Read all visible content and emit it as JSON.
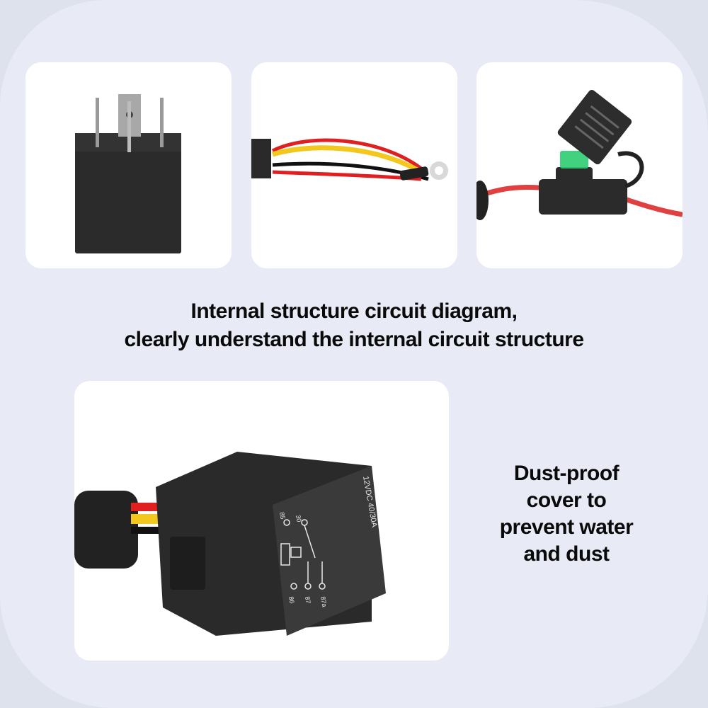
{
  "colors": {
    "background": "#dde2ec",
    "panel": "#e8ebf5",
    "card": "#ffffff",
    "text": "#0a0a0a",
    "relay_body": "#2a2a2a",
    "wire_red": "#e02020",
    "wire_yellow": "#f2c81e",
    "wire_black": "#111111",
    "fuse_green": "#2ecc71"
  },
  "images": [
    {
      "name": "relay-product-image",
      "icon": "relay-icon"
    },
    {
      "name": "wire-harness-image",
      "icon": "wire-harness-icon"
    },
    {
      "name": "fuse-holder-image",
      "icon": "fuse-holder-icon"
    },
    {
      "name": "sealed-relay-socket-image",
      "icon": "relay-socket-icon"
    }
  ],
  "relay_markings": {
    "rating": "12VDC 40/30A",
    "pins": [
      "85",
      "86",
      "30",
      "87",
      "87a"
    ]
  },
  "captions": {
    "main_line1": "Internal structure circuit diagram,",
    "main_line2": "clearly understand the internal circuit structure",
    "side_line1": "Dust-proof",
    "side_line2": "cover to",
    "side_line3": "prevent water",
    "side_line4": "and dust"
  }
}
